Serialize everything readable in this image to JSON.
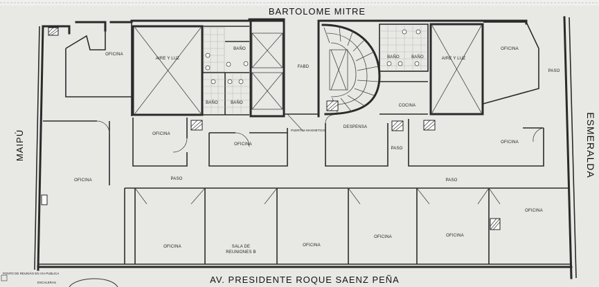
{
  "streets": {
    "north": "BARTOLOME MITRE",
    "south": "AV. PRESIDENTE ROQUE SAENZ PEÑA",
    "west": "MAIPÚ",
    "east": "ESMERALDA"
  },
  "rooms": {
    "oficina_nw": "OFICINA",
    "aire_luz_w": "AIRE Y LUZ",
    "bano_top": "BAÑO",
    "bano_left": "BAÑO",
    "bano_right": "BAÑO",
    "fabd": "FABD",
    "aire_luz_e": "AIRE Y LUZ",
    "oficina_ne": "OFICINA",
    "paso_ne": "PASO",
    "bano_e1": "BAÑO",
    "bano_e2": "BAÑO",
    "cocina": "COCINA",
    "oficina_small": "OFICINA",
    "oficina_mid": "OFICINA",
    "puertas_magnetico": "PUERTAS MAGNETICO",
    "despensa": "DESPENSA",
    "paso_mid": "PASO",
    "oficina_e": "OFICINA",
    "oficina_w": "OFICINA",
    "paso_w": "PASO",
    "paso_e": "PASO",
    "oficina_s1": "OFICINA",
    "sala_reuniones": "SALA DE REUNIONES B",
    "oficina_s3": "OFICINA",
    "oficina_s4": "OFICINA",
    "oficina_s5": "OFICINA",
    "oficina_se": "OFICINA"
  },
  "legend": {
    "meeting_point": "PONTO DE REUNIÃO EN VIA PUBLICA",
    "exit": "ESCALERAS"
  }
}
